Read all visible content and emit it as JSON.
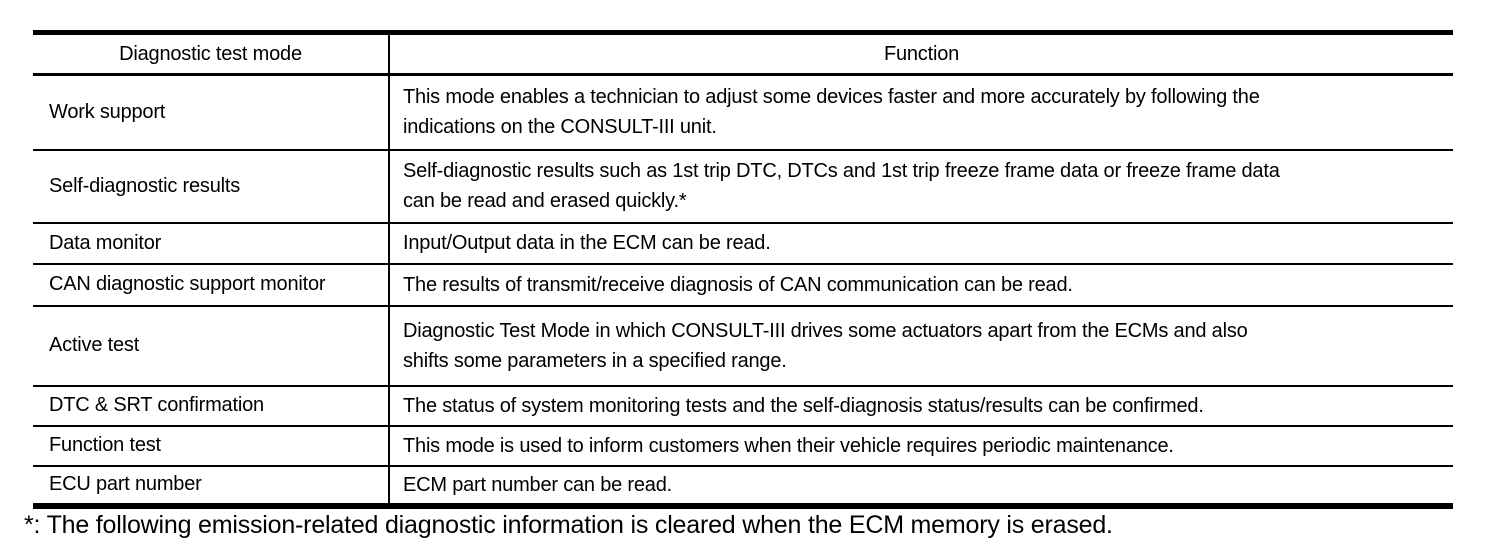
{
  "table": {
    "headers": {
      "mode": "Diagnostic test mode",
      "function": "Function"
    },
    "rows": [
      {
        "mode": "Work support",
        "function": "This mode enables a technician to adjust some devices faster and more accurately by following the\nindications on the CONSULT-III unit."
      },
      {
        "mode": "Self-diagnostic results",
        "function": "Self-diagnostic results such as 1st trip DTC, DTCs and 1st trip freeze frame data or freeze frame data\ncan be read and erased quickly.*"
      },
      {
        "mode": "Data monitor",
        "function": "Input/Output data in the ECM can be read."
      },
      {
        "mode": "CAN diagnostic support monitor",
        "function": "The results of transmit/receive diagnosis of CAN communication can be read."
      },
      {
        "mode": "Active test",
        "function": "Diagnostic Test Mode in which CONSULT-III drives some actuators apart from the ECMs and also\nshifts some parameters in a specified range."
      },
      {
        "mode": "DTC & SRT confirmation",
        "function": "The status of system monitoring tests and the self-diagnosis status/results can be confirmed."
      },
      {
        "mode": "Function test",
        "function": "This mode is used to inform customers when their vehicle requires periodic maintenance."
      },
      {
        "mode": "ECU part number",
        "function": "ECM part number can be read."
      }
    ]
  },
  "footnote": "*: The following emission-related diagnostic information is cleared when the ECM memory is erased.",
  "colors": {
    "text": "#000000",
    "background": "#ffffff",
    "border": "#000000"
  }
}
